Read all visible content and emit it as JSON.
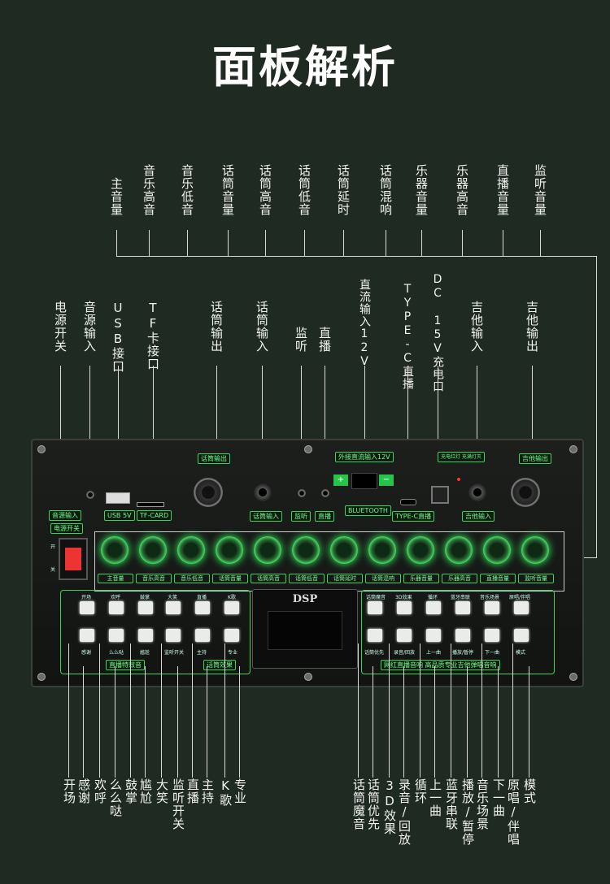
{
  "title": "面板解析",
  "top_labels": [
    "主音量",
    "音乐高音",
    "音乐低音",
    "话筒音量",
    "话筒高音",
    "话筒低音",
    "话筒延时",
    "话筒混响",
    "乐器音量",
    "乐器高音",
    "直播音量",
    "监听音量"
  ],
  "mid_labels": [
    "电源开关",
    "音源输入",
    "USB接口",
    "TF卡接口",
    "话筒输出",
    "话筒输入",
    "监听",
    "直播",
    "直流输入12V",
    "TYPE-C直播",
    "DC 15V充电口",
    "吉他输入",
    "吉他输出"
  ],
  "panel": {
    "tags": {
      "mic_out": "话筒输出",
      "mic_in": "话筒输入",
      "monitor": "监听",
      "live": "直播",
      "dc12": "外接直流输入12V",
      "typec": "TYPE-C直播",
      "charge": "充电红灯 充满灯灭",
      "guitar_in": "吉他输入",
      "guitar_out": "吉他输出",
      "source_in": "音源输入",
      "power": "电源开关",
      "on": "开",
      "off": "关",
      "usb": "USB 5V",
      "tf": "TF-CARD",
      "bt": "BLUETOOTH"
    },
    "knob_labels": [
      "主音量",
      "音乐高音",
      "音乐低音",
      "话筒音量",
      "话筒高音",
      "话筒低音",
      "话筒延时",
      "话筒混响",
      "乐器音量",
      "乐器高音",
      "直播音量",
      "监听音量"
    ],
    "left_top": [
      "开场",
      "欢呼",
      "鼓掌",
      "大笑",
      "直播",
      "K歌"
    ],
    "left_bottom": [
      "感谢",
      "么么哒",
      "尴尬",
      "监听开关",
      "主持",
      "专业"
    ],
    "left_group1": "直播特效音",
    "left_group2": "话筒效果",
    "dsp": "DSP",
    "right_top": [
      "话筒魔音",
      "3D效果",
      "循环",
      "蓝牙串联",
      "音乐场景",
      "原唱/伴唱"
    ],
    "right_bottom": [
      "话筒优先",
      "录音/回放",
      "上一曲",
      "播放/暂停",
      "下一曲",
      "模式"
    ],
    "right_group": "网红直播音响 高品质专业吉他弹唱音响"
  },
  "bottom_labels_left": [
    "开场",
    "感谢",
    "欢呼",
    "么么哒",
    "鼓掌",
    "尴尬",
    "大笑",
    "监听开关",
    "直播",
    "主持",
    "K歌",
    "专业"
  ],
  "bottom_labels_right": [
    "话筒魔音",
    "话筒优先",
    "3D效果",
    "录音/回放",
    "循环",
    "上一曲",
    "蓝牙串联",
    "播放/暂停",
    "音乐场景",
    "下一曲",
    "原唱/伴唱",
    "模式"
  ]
}
